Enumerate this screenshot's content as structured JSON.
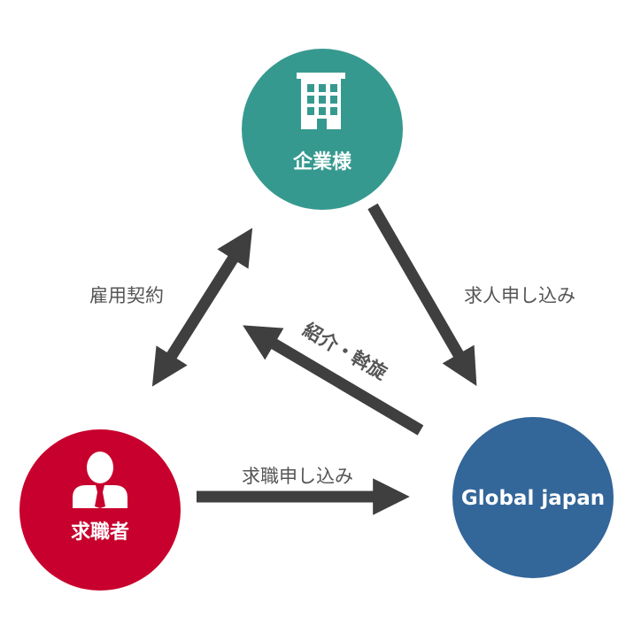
{
  "nodes": {
    "company": {
      "label": "企業様",
      "color": "#36998f",
      "icon": "building-icon"
    },
    "seeker": {
      "label": "求職者",
      "color": "#c8002d",
      "icon": "person-icon"
    },
    "agency": {
      "label": "Global japan",
      "color": "#336699",
      "icon": ""
    }
  },
  "edges": {
    "employment_contract": {
      "label": "雇用契約"
    },
    "job_offer_application": {
      "label": "求人申し込み"
    },
    "introduction_mediation": {
      "label": "紹介・斡旋"
    },
    "job_seeking_application": {
      "label": "求職申し込み"
    }
  },
  "colors": {
    "arrow": "#3f3f3f",
    "icon_fill": "#ffffff"
  }
}
